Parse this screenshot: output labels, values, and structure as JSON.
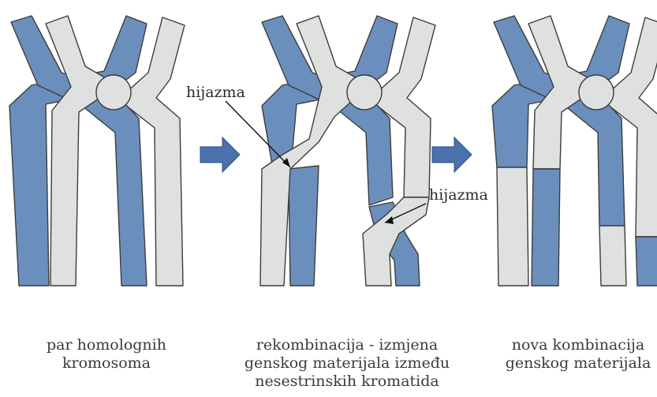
{
  "labels": {
    "chiasma_1": "hijazma",
    "chiasma_2": "hijazma"
  },
  "captions": {
    "panel_1": [
      "par homolognih",
      "kromosoma"
    ],
    "panel_2": [
      "rekombinacija - izmjena",
      "genskog materijala između",
      "nesestrinskih kromatida"
    ],
    "panel_3": [
      "nova kombinacija",
      "genskog materijala"
    ]
  },
  "colors": {
    "blue_chromatid": "#6b8fbd",
    "grey_chromatid": "#dfe1e1",
    "outline": "#3c3c3c",
    "arrow": "#4a72ad"
  }
}
